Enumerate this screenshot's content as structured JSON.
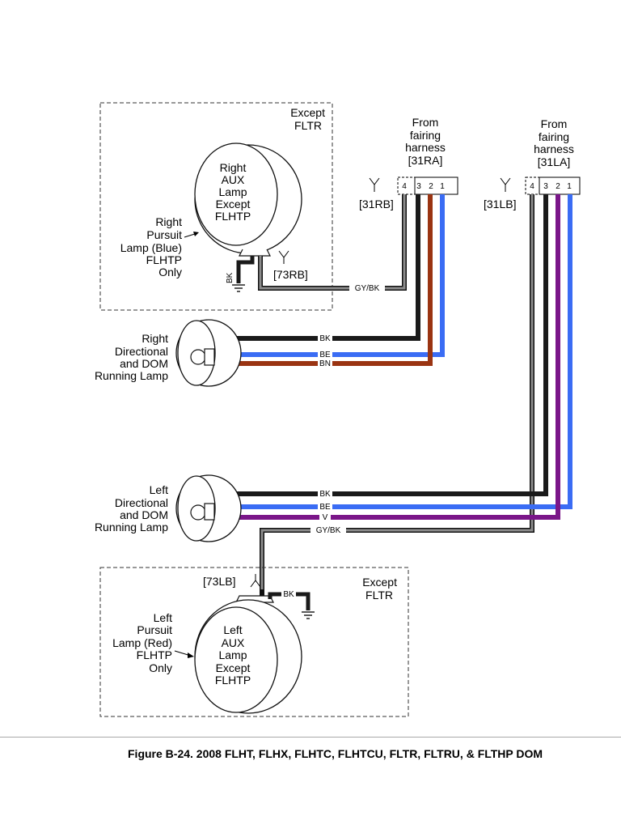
{
  "colors": {
    "black": "#1a1a1a",
    "gray": "#8c8c8c",
    "blue": "#3a6cf4",
    "brown": "#9a3412",
    "violet": "#7a1689"
  },
  "right_pursuit_box": {
    "except_line1": "Except",
    "except_line2": "FLTR",
    "lamp_lines": [
      "Right",
      "AUX",
      "Lamp",
      "Except",
      "FLHTP"
    ],
    "pursuit_lines": [
      "Right",
      "Pursuit",
      "Lamp (Blue)",
      "FLHTP",
      "Only"
    ],
    "connector": "[73RB]",
    "ground_wire": "BK"
  },
  "left_pursuit_box": {
    "except_line1": "Except",
    "except_line2": "FLTR",
    "lamp_lines": [
      "Left",
      "AUX",
      "Lamp",
      "Except",
      "FLHTP"
    ],
    "pursuit_lines": [
      "Left",
      "Pursuit",
      "Lamp (Red)",
      "FLHTP",
      "Only"
    ],
    "connector": "[73LB]",
    "ground_wire": "BK"
  },
  "right_harness": {
    "from_lines": [
      "From",
      "fairing",
      "harness",
      "[31RA]"
    ],
    "mating": "[31RB]",
    "pins": [
      "4",
      "3",
      "2",
      "1"
    ]
  },
  "left_harness": {
    "from_lines": [
      "From",
      "fairing",
      "harness",
      "[31LA]"
    ],
    "mating": "[31LB]",
    "pins": [
      "4",
      "3",
      "2",
      "1"
    ]
  },
  "right_directional": {
    "lines": [
      "Right",
      "Directional",
      "and DOM",
      "Running Lamp"
    ],
    "wires": [
      "BK",
      "BE",
      "BN"
    ]
  },
  "left_directional": {
    "lines": [
      "Left",
      "Directional",
      "and DOM",
      "Running Lamp"
    ],
    "wires": [
      "BK",
      "BE",
      "V"
    ]
  },
  "wire_labels": {
    "right_gy": "GY/BK",
    "left_gy": "GY/BK"
  },
  "caption": "Figure B-24. 2008 FLHT, FLHX, FLHTC, FLHTCU, FLTR, FLTRU, & FLTHP DOM"
}
